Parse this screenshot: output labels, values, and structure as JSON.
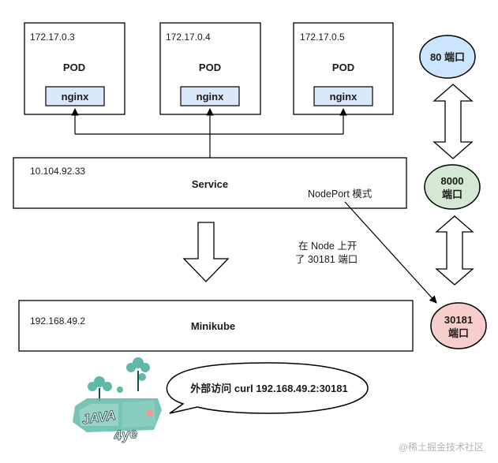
{
  "pods": [
    {
      "ip": "172.17.0.3",
      "label": "POD",
      "container": "nginx"
    },
    {
      "ip": "172.17.0.4",
      "label": "POD",
      "container": "nginx"
    },
    {
      "ip": "172.17.0.5",
      "label": "POD",
      "container": "nginx"
    }
  ],
  "service": {
    "ip": "10.104.92.33",
    "label": "Service",
    "mode": "NodePort 模式"
  },
  "note": {
    "line1": "在 Node 上开",
    "line2": "了 30181 端口"
  },
  "minikube": {
    "ip": "192.168.49.2",
    "label": "Minikube"
  },
  "ports": [
    {
      "line1": "80 端口",
      "line2": ""
    },
    {
      "line1": "8000",
      "line2": "端口"
    },
    {
      "line1": "30181",
      "line2": "端口"
    }
  ],
  "bubble": {
    "text": "外部访问 curl 192.168.49.2:30181"
  },
  "logo": {
    "line1": "JAVA",
    "line2": "4ye"
  },
  "watermark": "@稀土掘金技术社区",
  "colors": {
    "nginx_fill": "#dae8fc",
    "port80_fill": "#cce5ff",
    "port8000_fill": "#d5e8d4",
    "port30181_fill": "#f8cecc",
    "logo_teal": "#5fb8a8",
    "logo_pink": "#f09a9a",
    "logo_dark": "#1f4e50"
  }
}
